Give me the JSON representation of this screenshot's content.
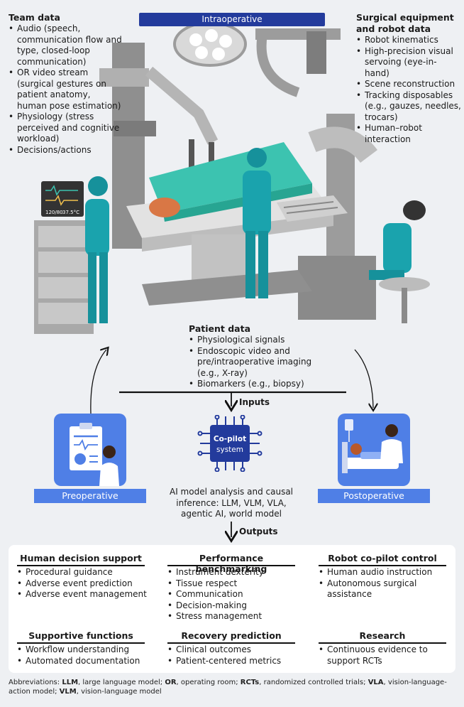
{
  "top_pill": "Intraoperative",
  "team": {
    "heading": "Team data",
    "items": [
      "Audio (speech, communication flow and type, closed-loop communication)",
      "OR video stream (surgical gestures on patient anatomy, human pose estimation)",
      "Physiology (stress perceived and cognitive workload)",
      "Decisions/actions"
    ]
  },
  "equipment": {
    "heading": "Surgical equipment and robot data",
    "items": [
      "Robot kinematics",
      "High-precision visual servoing (eye-in-hand)",
      "Scene reconstruction",
      "Tracking disposables (e.g., gauzes, needles, trocars)",
      "Human–robot interaction"
    ]
  },
  "patient": {
    "heading": "Patient data",
    "items": [
      "Physiological signals",
      "Endoscopic video and pre/intraoperative imaging (e.g., X-ray)",
      "Biomarkers (e.g., biopsy)"
    ]
  },
  "monitor": {
    "bp": "120/80",
    "temp": "37.5°C"
  },
  "inputs_label": "Inputs",
  "outputs_label": "Outputs",
  "chip_label_1": "Co-pilot",
  "chip_label_2": "system",
  "ai_description": "AI model analysis and causal inference: LLM, VLM, VLA, agentic AI, world model",
  "preoperative_label": "Preoperative",
  "postoperative_label": "Postoperative",
  "sections": {
    "human_decision": {
      "heading": "Human decision support",
      "items": [
        "Procedural guidance",
        "Adverse event prediction",
        "Adverse event management"
      ]
    },
    "performance": {
      "heading": "Performance benchmarking",
      "items": [
        "Instrument dexterity",
        "Tissue respect",
        "Communication",
        "Decision-making",
        "Stress management"
      ]
    },
    "robot": {
      "heading": "Robot co-pilot control",
      "items": [
        "Human audio instruction",
        "Autonomous surgical assistance"
      ]
    },
    "supportive": {
      "heading": "Supportive functions",
      "items": [
        "Workflow understanding",
        "Automated documentation"
      ]
    },
    "recovery": {
      "heading": "Recovery prediction",
      "items": [
        "Clinical outcomes",
        "Patient-centered metrics"
      ]
    },
    "research": {
      "heading": "Research",
      "items": [
        "Continuous evidence to support RCTs"
      ]
    }
  },
  "abbreviations": {
    "lead": "Abbreviations: ",
    "entries": [
      {
        "term": "LLM",
        "def": ", large language model; "
      },
      {
        "term": "OR",
        "def": ", operating room; "
      },
      {
        "term": "RCTs",
        "def": ", randomized controlled trials; "
      },
      {
        "term": "VLA",
        "def": ", vision-language-action model; "
      },
      {
        "term": "VLM",
        "def": ", vision-language model"
      }
    ]
  },
  "colors": {
    "navy": "#233b9c",
    "blue": "#4f7fe6",
    "teal": "#16919b",
    "drape": "#3cc3b0",
    "gray": "#a6a6a6"
  }
}
